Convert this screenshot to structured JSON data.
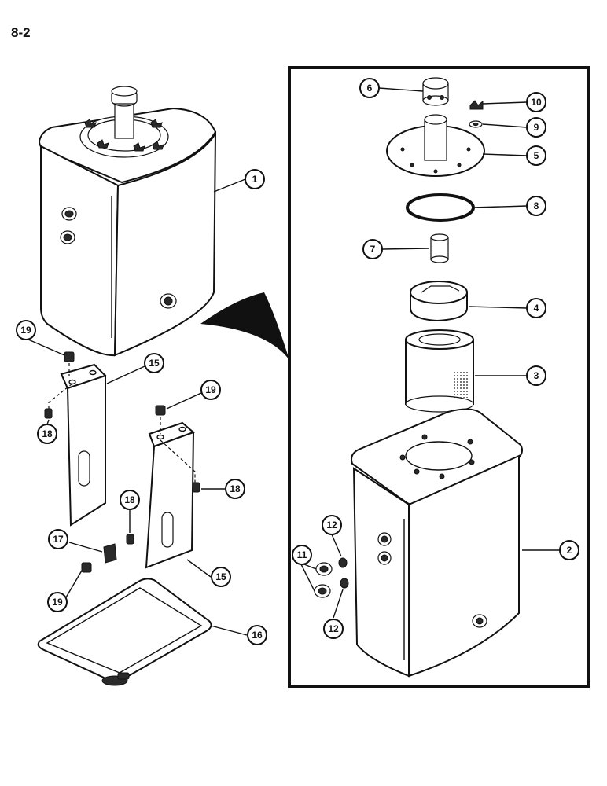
{
  "page": {
    "label": "8-2"
  },
  "callouts": {
    "c1": "1",
    "c2": "2",
    "c3": "3",
    "c4": "4",
    "c5": "5",
    "c6": "6",
    "c7": "7",
    "c8": "8",
    "c9": "9",
    "c10": "10",
    "c11": "11",
    "c12a": "12",
    "c12b": "12",
    "c15a": "15",
    "c15b": "15",
    "c16": "16",
    "c17": "17",
    "c18a": "18",
    "c18b": "18",
    "c18c": "18",
    "c19a": "19",
    "c19b": "19",
    "c19c": "19"
  }
}
